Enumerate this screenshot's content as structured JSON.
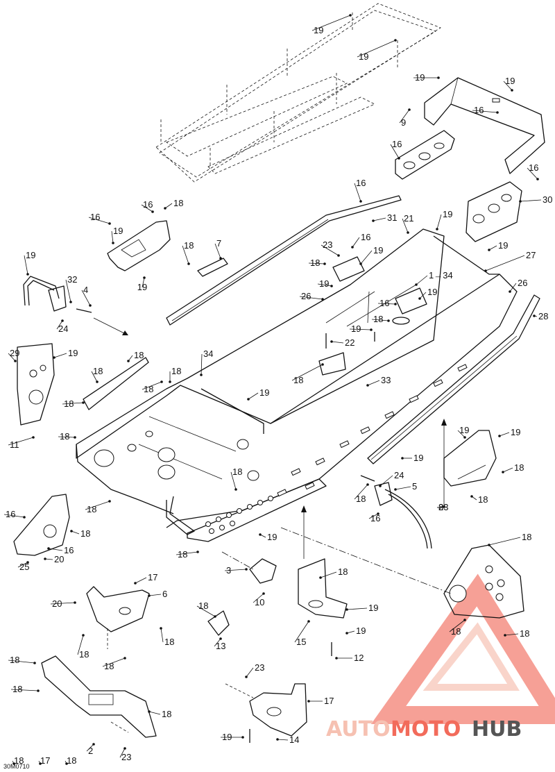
{
  "figure": {
    "reference_code": "30M0710",
    "watermark": {
      "auto": "AUTO",
      "moto": "MOTO",
      "hub": "HUB",
      "colors": {
        "accent": "#f26b5b",
        "dark": "#555555",
        "light": "#f6c1b2"
      }
    },
    "callouts": [
      "19",
      "19",
      "19",
      "19",
      "16",
      "9",
      "16",
      "16",
      "30",
      "16",
      "31",
      "21",
      "19",
      "19",
      "16",
      "16",
      "18",
      "19",
      "19",
      "18",
      "7",
      "19",
      "32",
      "4",
      "24",
      "23",
      "16",
      "18",
      "19",
      "19",
      "27",
      "26",
      "1→34",
      "16",
      "19",
      "18",
      "26",
      "28",
      "19",
      "22",
      "19",
      "29",
      "11",
      "18",
      "18",
      "18",
      "18",
      "18",
      "18",
      "34",
      "18",
      "19",
      "33",
      "19",
      "19",
      "18",
      "18",
      "18",
      "18",
      "24",
      "19",
      "18",
      "18",
      "23",
      "5",
      "8",
      "19",
      "16",
      "16",
      "18",
      "16",
      "25",
      "20",
      "3",
      "17",
      "6",
      "20",
      "10",
      "18",
      "18",
      "13",
      "18",
      "19",
      "19",
      "15",
      "18",
      "18",
      "18",
      "18",
      "18",
      "12",
      "18",
      "18",
      "23",
      "17",
      "18",
      "19",
      "14",
      "2",
      "23",
      "18",
      "17",
      "18"
    ]
  }
}
